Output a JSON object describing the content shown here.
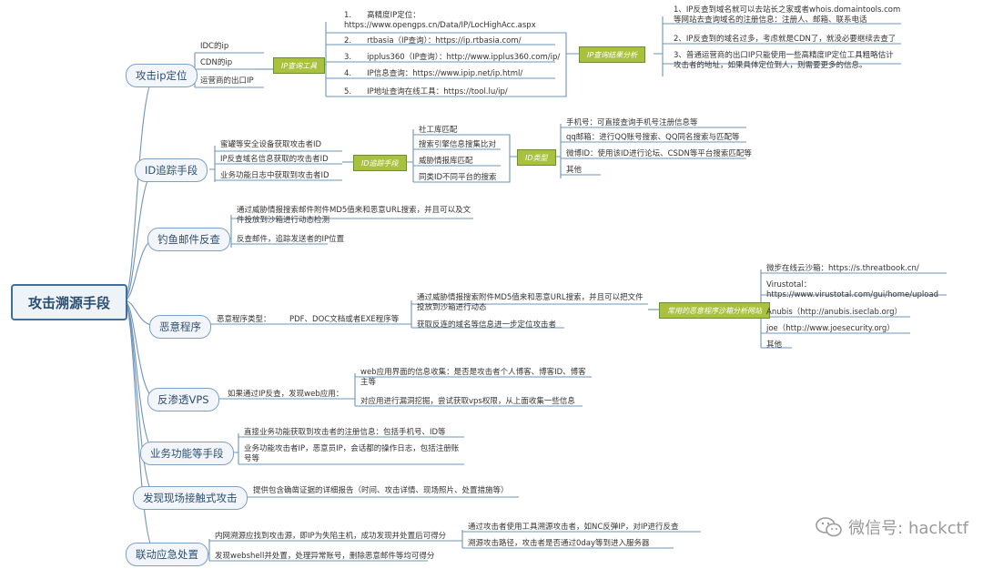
{
  "root": "攻击溯源手段",
  "branches": {
    "ip_locate": "攻击ip定位",
    "id_trace": "ID追踪手段",
    "phish": "钓鱼邮件反查",
    "malware": "恶意程序",
    "vps": "反渗透VPS",
    "business": "业务功能等手段",
    "onsite": "发现现场接触式攻击",
    "response": "联动应急处置"
  },
  "ip_locate": {
    "items": [
      "IDC的ip",
      "CDN的ip",
      "运营商的出口IP"
    ],
    "tool_tag": "IP查询工具",
    "tools": [
      "1.　　高精度IP定位：https://www.opengps.cn/Data/IP/LocHighAcc.aspx",
      "2.　　rtbasia（IP查询）：https://ip.rtbasia.com/",
      "3.　　ipplus360（IP查询）：http://www.ipplus360.com/ip/",
      "4.　　IP信息查询：https://www.ipip.net/ip.html/",
      "5.　　IP地址查询在线工具：https://tool.lu/ip/"
    ],
    "analysis_tag": "IP查询结果分析",
    "analysis": [
      "1、IP反查到域名就可以去站长之家或者whois.domaintools.com等网站去查询域名的注册信息：注册人、邮箱、联系电话",
      "2、IP反查到的域名过多，考虑就是CDN了，就没必要继续去查了",
      "3、普通运营商的出口IP只能使用一些高精度IP定位工具粗略估计攻击者的地址，如果具体定位到人，则需要更多的信息。"
    ]
  },
  "id_trace": {
    "items": [
      "蜜罐等安全设备获取攻击者ID",
      "IP反查域名信息获取的攻击者ID",
      "业务功能日志中获取到攻击者ID"
    ],
    "tag": "ID追踪手段",
    "methods": [
      "社工库匹配",
      "搜索引擎信息搜集比对",
      "威胁情报库匹配",
      "同类ID不同平台的搜索"
    ],
    "sub_tag": "ID类型",
    "types": [
      "手机号：可直接查询手机号注册信息等",
      "qq邮箱：进行QQ账号搜索、QQ同名搜索与匹配等",
      "微博ID：使用该ID进行论坛、CSDN等平台搜索匹配等",
      "其他"
    ]
  },
  "phish": {
    "items": [
      "通过威胁情报搜索邮件附件MD5值来和恶意URL搜索，并且可以及文件投放到沙箱进行动态检测",
      "反查邮件，追踪发送者的IP位置"
    ]
  },
  "malware": {
    "type_label": "恶意程序类型：",
    "types": "PDF、DOC文档或者EXE程序等",
    "items": [
      "通过威胁情报搜索附件MD5值来和恶意URL搜索，并且可以把文件投放到沙箱进行动态",
      "获取反连的域名等信息进一步定位攻击者"
    ],
    "tag": "常用的恶意程序沙箱分析网站",
    "sandboxes": [
      "微步在线云沙箱：https://s.threatbook.cn/",
      "Virustotal：https://www.virustotal.com/gui/home/upload",
      "Anubis（http://anubis.iseclab.org）",
      "joe（http://www.joesecurity.org）",
      "其他"
    ]
  },
  "vps": {
    "condition": "如果通过IP反查，发现web应用：",
    "items": [
      "web应用界面的信息收集：是否是攻击者个人博客、博客ID、博客主等",
      "对应用进行漏洞挖掘，尝试获取vps权限，从上面收集一些信息"
    ]
  },
  "business": {
    "items": [
      "直接业务功能获取到攻击者的注册信息：包括手机号、ID等",
      "业务功能攻击者IP，恶意员IP，会话都的操作日志，包括注册账号等"
    ]
  },
  "onsite": {
    "items": [
      "提供包含确凿证据的详细报告（时间、攻击详情、现场照片、处置措施等）"
    ]
  },
  "response": {
    "items": [
      "内网溯源应找到攻击源，即IP为失陷主机，成功发现并处置后可得分",
      "发现webshell并处置，处理异常账号，删除恶意邮件等均可得分"
    ],
    "sub_items": [
      "通过攻击者使用工具溯源攻击者，如NC反弹IP，对IP进行反查",
      "溯源攻击路径，攻击者是否通过0day等到进入服务器"
    ]
  },
  "watermark": "微信号: hackctf"
}
